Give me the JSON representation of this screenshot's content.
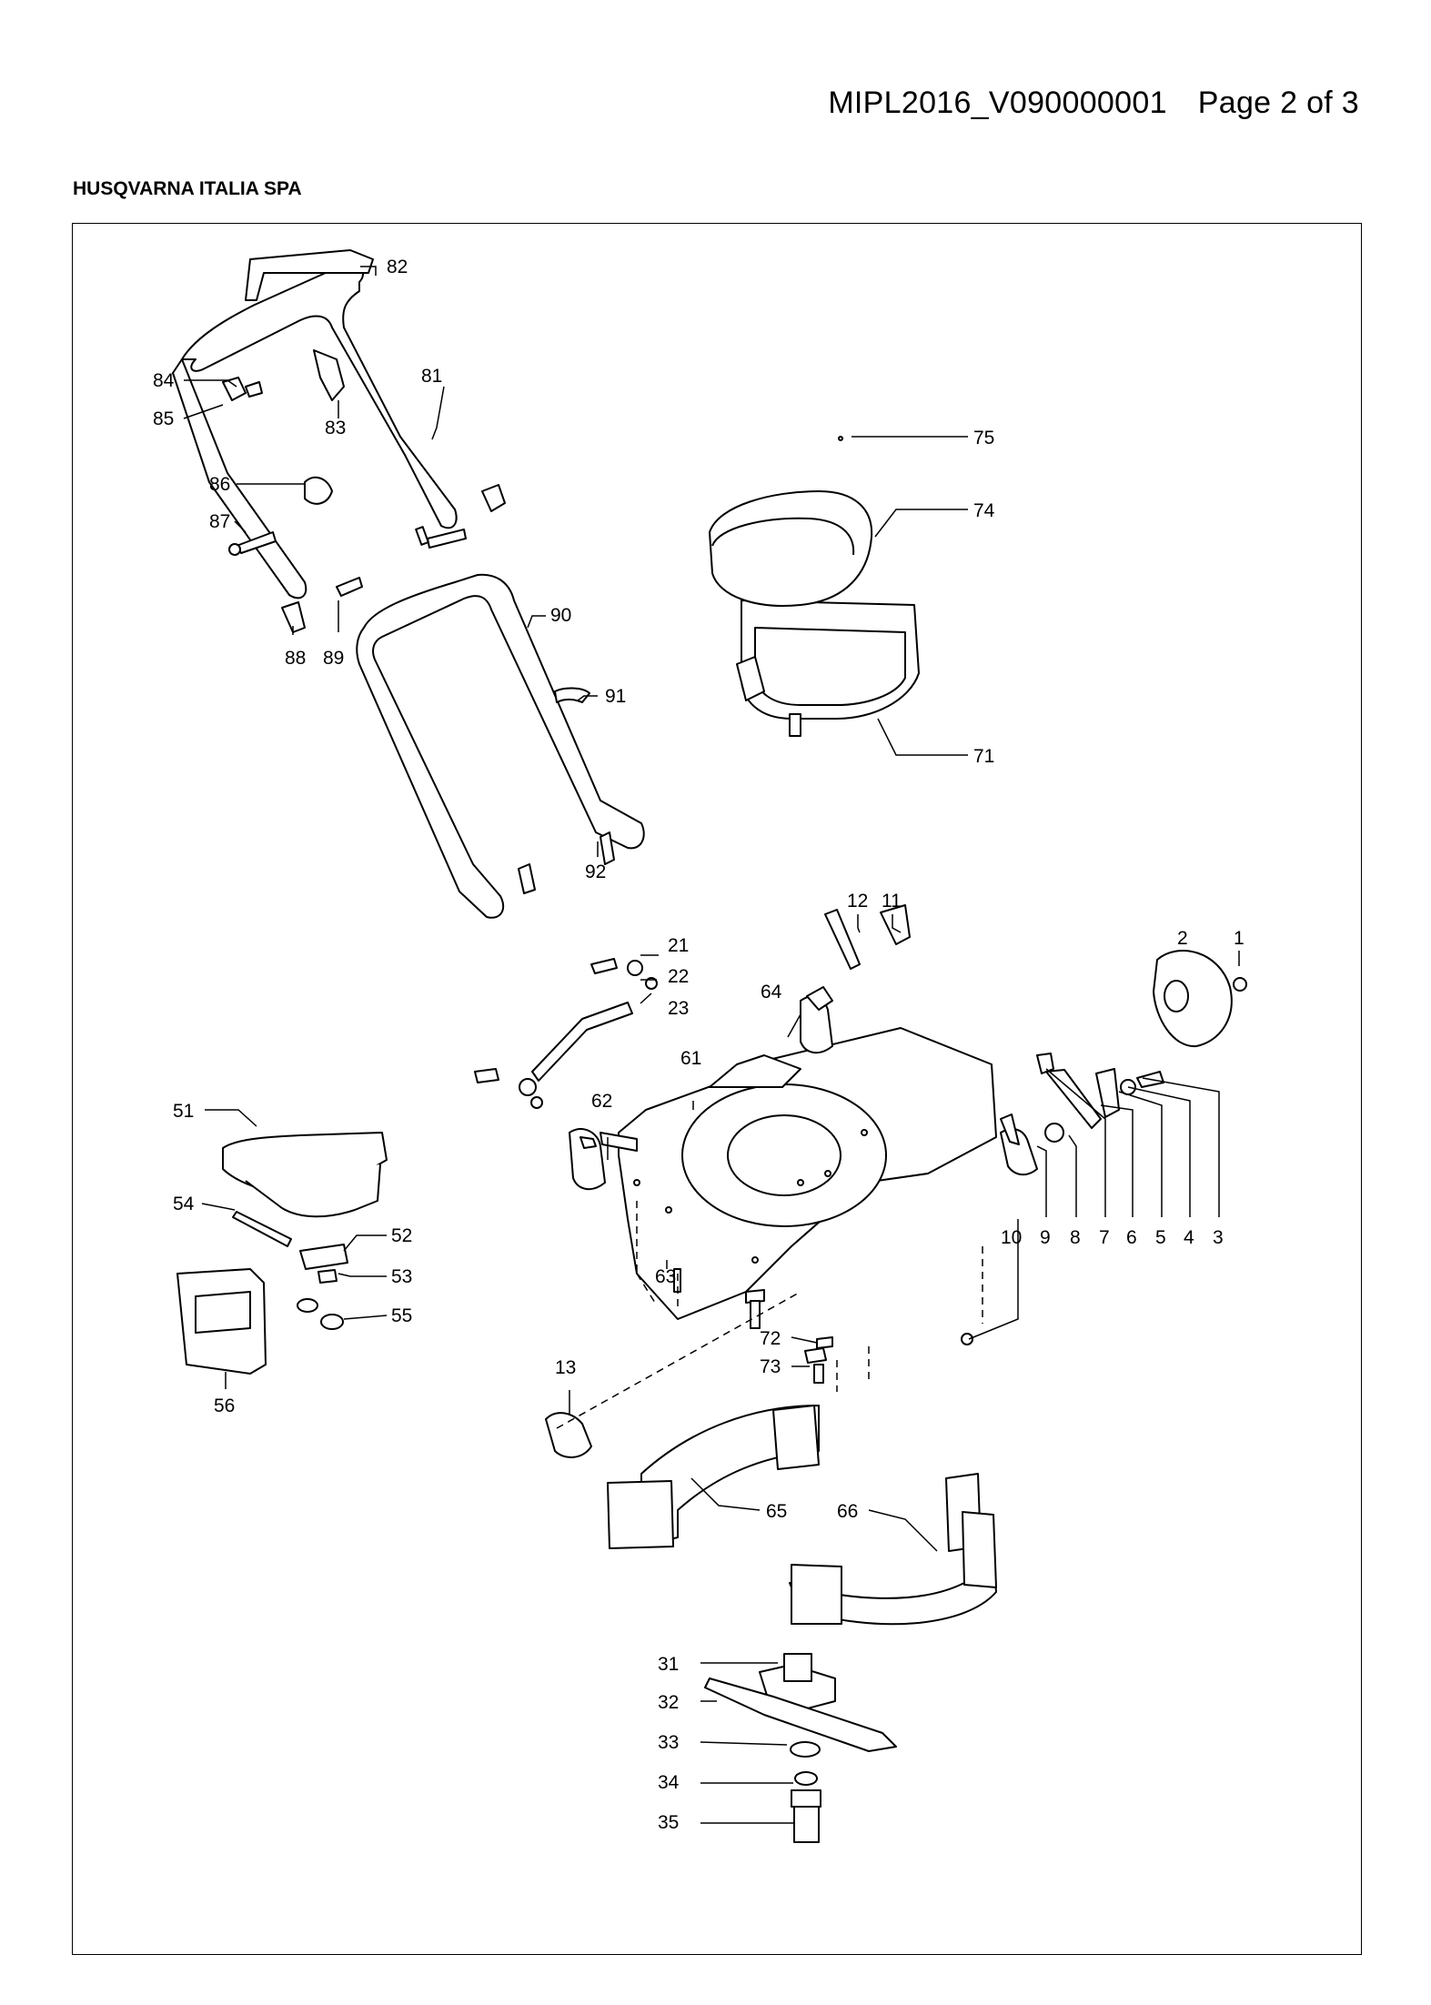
{
  "header": {
    "doc_id": "MIPL2016_V090000001",
    "page": "Page 2 of 3"
  },
  "company": "HUSQVARNA ITALIA SPA",
  "callouts": [
    "1",
    "2",
    "3",
    "4",
    "5",
    "6",
    "7",
    "8",
    "9",
    "10",
    "11",
    "12",
    "13",
    "21",
    "22",
    "23",
    "31",
    "32",
    "33",
    "34",
    "35",
    "51",
    "52",
    "53",
    "54",
    "55",
    "56",
    "61",
    "62",
    "63",
    "64",
    "65",
    "66",
    "71",
    "72",
    "73",
    "74",
    "75",
    "81",
    "82",
    "83",
    "84",
    "85",
    "86",
    "87",
    "88",
    "89",
    "90",
    "91",
    "92"
  ]
}
